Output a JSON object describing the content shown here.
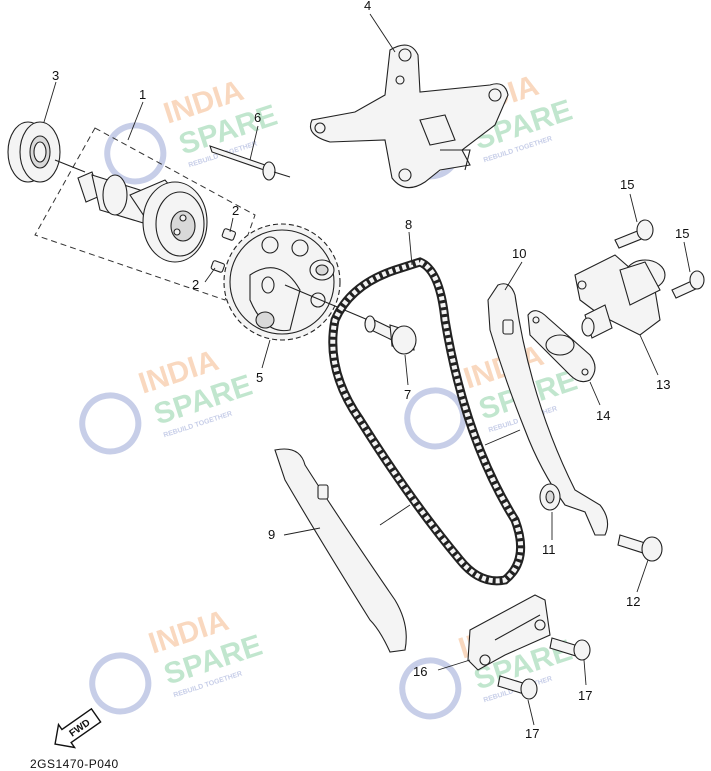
{
  "diagram": {
    "drawing_code": "2GS1470-P040",
    "fwd_label": "FWD",
    "callouts": [
      "1",
      "2",
      "2",
      "3",
      "4",
      "5",
      "6",
      "7",
      "8",
      "9",
      "10",
      "11",
      "12",
      "13",
      "14",
      "15",
      "15",
      "16",
      "17",
      "17"
    ]
  },
  "watermark": {
    "line1": "INDIA",
    "line2": "SPARE",
    "tagline": "REBUILD TOGETHER",
    "colors": {
      "orange": "#f5b98a",
      "green": "#8fd1a6",
      "blue": "#9aa6d6"
    }
  }
}
